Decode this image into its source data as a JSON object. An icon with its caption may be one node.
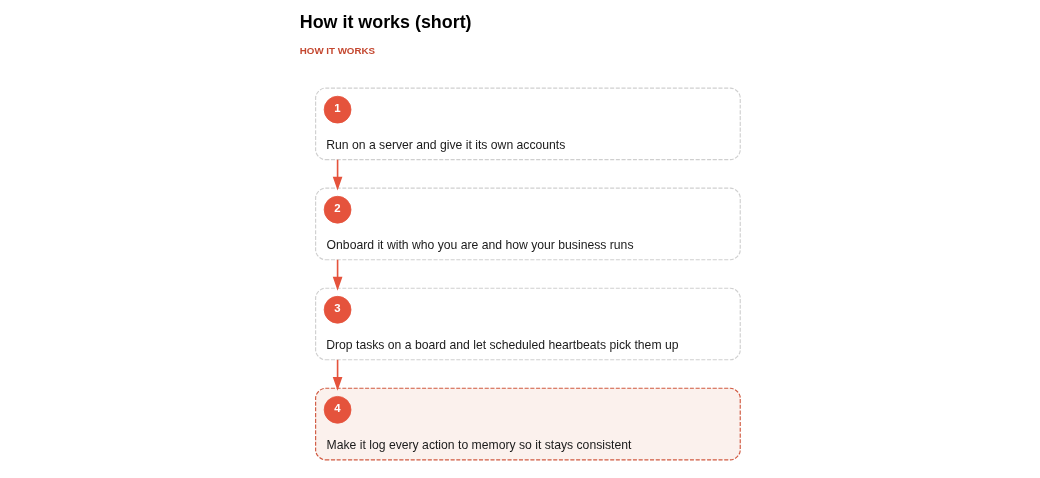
{
  "diagram": {
    "title": "How it works (short)",
    "nodes": [
      {
        "text": [
          "Run on a server and give it its own accounts"
        ]
      },
      {
        "text": [
          "1"
        ],
        "in": 0
      },
      {
        "text": [
          "Onboard it with who you are and how your business runs"
        ]
      },
      {
        "text": [
          "2"
        ],
        "in": 2
      },
      {
        "text": [
          "Drop tasks on a board and let scheduled heartbeats pick them up"
        ]
      },
      {
        "text": [
          "3"
        ],
        "in": 4
      },
      {
        "text": [
          "Make it log every action to memory so it stays consistent"
        ]
      },
      {
        "text": [
          "4"
        ],
        "in": 6
      }
    ],
    "edges": [
      {
        "from": 0,
        "to": 2,
        "arrow": "to"
      },
      {
        "from": 2,
        "to": 4,
        "arrow": "to"
      },
      {
        "from": 4,
        "to": 6,
        "arrow": "to"
      }
    ],
    "labels": [
      "HOW IT WORKS"
    ]
  }
}
